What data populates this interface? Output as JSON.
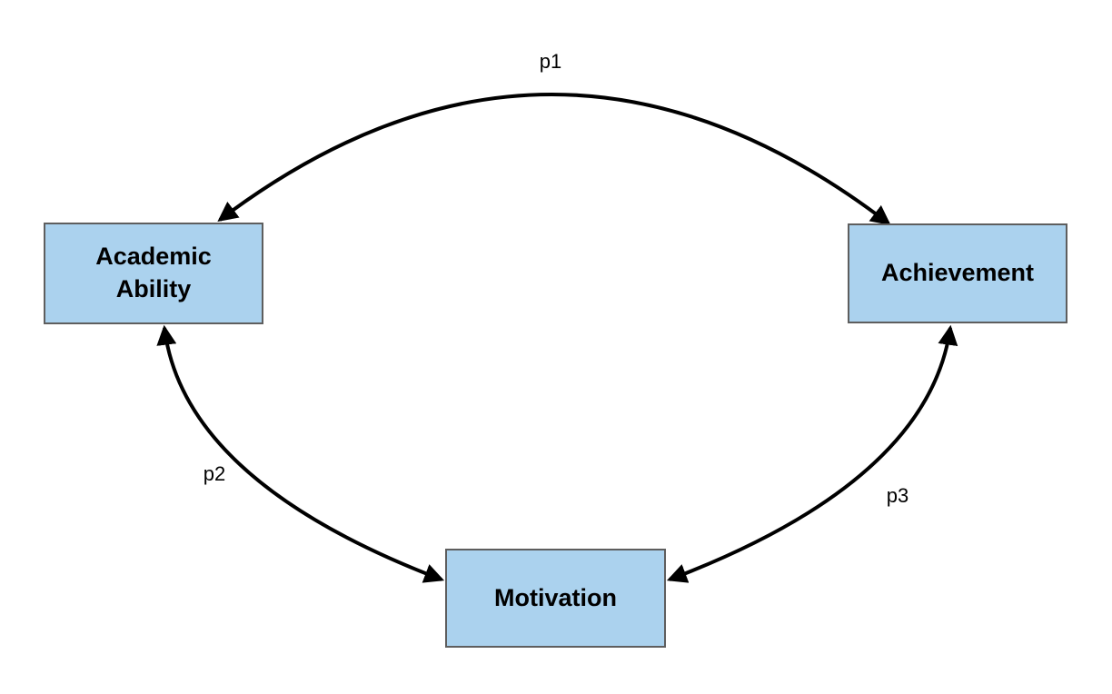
{
  "diagram": {
    "nodes": [
      {
        "id": "academic_ability",
        "label": "Academic Ability"
      },
      {
        "id": "achievement",
        "label": "Achievement"
      },
      {
        "id": "motivation",
        "label": "Motivation"
      }
    ],
    "edges": [
      {
        "id": "p1",
        "label": "p1",
        "from": "Academic Ability",
        "to": "Achievement",
        "style": "curved-double-headed-arrow",
        "position": "top arc"
      },
      {
        "id": "p2",
        "label": "p2",
        "from": "Academic Ability",
        "to": "Motivation",
        "style": "curved-double-headed-arrow",
        "position": "lower-left arc"
      },
      {
        "id": "p3",
        "label": "p3",
        "from": "Motivation",
        "to": "Achievement",
        "style": "curved-double-headed-arrow",
        "position": "lower-right arc"
      }
    ],
    "colors": {
      "background": "#ffffff",
      "node_fill": "#abd2ee",
      "node_border": "#5e5e5e",
      "arrow": "#000000",
      "text": "#000000"
    }
  }
}
